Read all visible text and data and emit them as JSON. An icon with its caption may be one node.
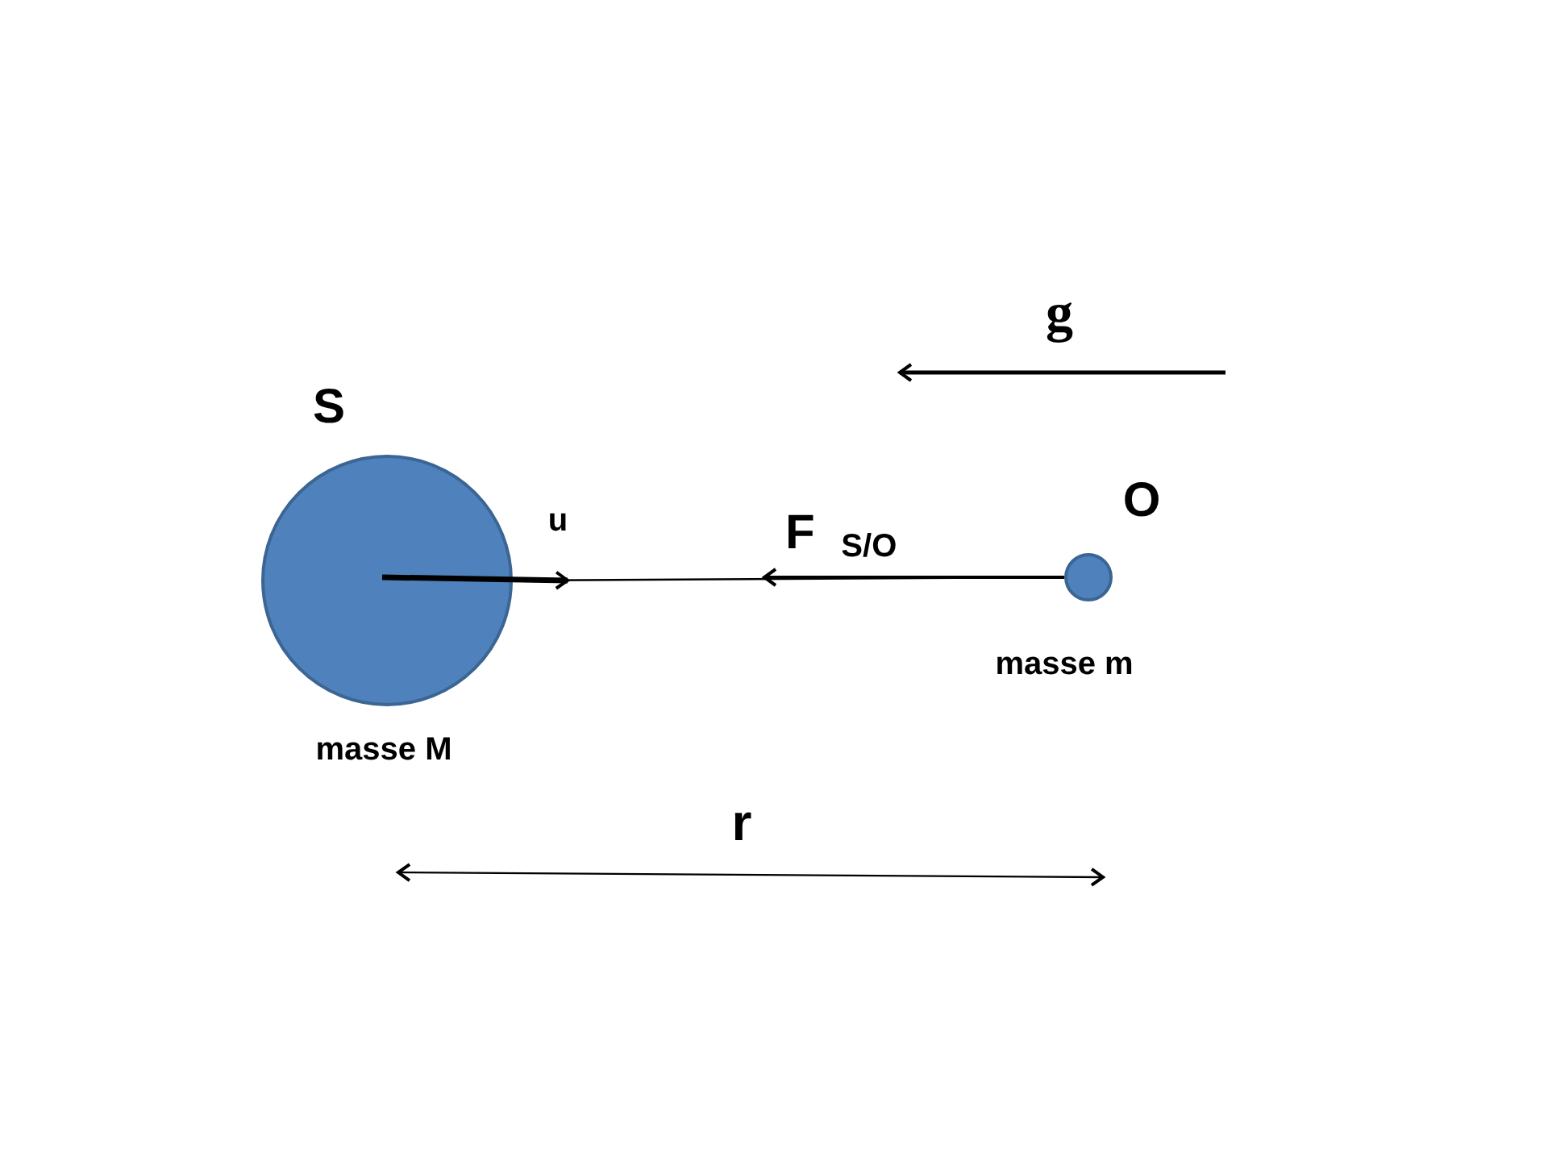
{
  "diagram": {
    "nodes": [
      {
        "text": [
          "S"
        ],
        "beside": [
          "masse M"
        ]
      },
      {
        "text": [
          "O"
        ],
        "beside": [
          "masse m"
        ]
      }
    ],
    "edges": [
      {
        "from": 1,
        "to": null,
        "arrow": "to",
        "label": "F $_{S/O}$"
      },
      {
        "from": 0,
        "to": 1,
        "arrow": "none"
      }
    ],
    "labels": [
      "g",
      "u",
      "r"
    ]
  }
}
